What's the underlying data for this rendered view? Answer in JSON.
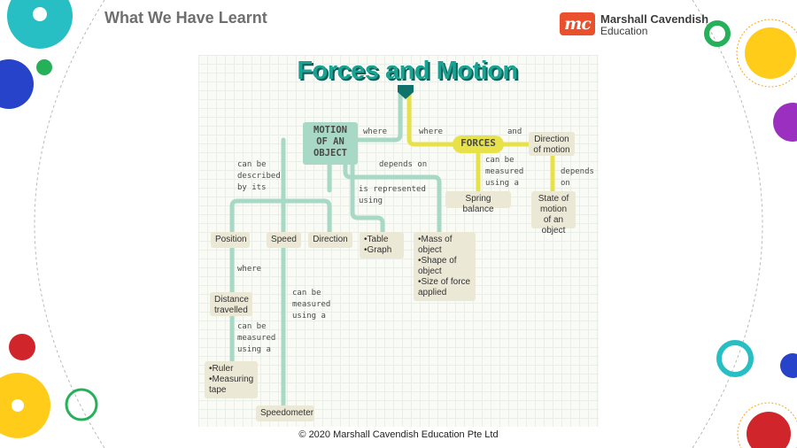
{
  "slide": {
    "title": "What We Have Learnt",
    "copyright": "© 2020 Marshall Cavendish Education Pte Ltd"
  },
  "logo": {
    "mark": "mc",
    "name": "Marshall Cavendish",
    "sub": "Education"
  },
  "map": {
    "title": "Forces and Motion",
    "nodes": {
      "motion": "MOTION OF AN OBJECT",
      "forces": "FORCES",
      "direction": "Direction of motion",
      "spring_balance": "Spring balance",
      "state_of_motion": "State of motion of an object",
      "position": "Position",
      "speed": "Speed",
      "direction2": "Direction",
      "distance": "Distance travelled",
      "speedometer": "Speedometer",
      "representation": [
        "Table",
        "Graph"
      ],
      "factors": [
        "Mass of object",
        "Shape of object",
        "Size of force applied"
      ],
      "tools": [
        "Ruler",
        "Measuring tape"
      ]
    },
    "connectors": {
      "where1": "where",
      "where2": "where",
      "and": "and",
      "can_be_described": "can be described by its",
      "depends_on": "depends on",
      "is_represented": "is represented using",
      "can_be_measured_a": "can be measured using a",
      "depends_on2": "depends on",
      "where3": "where",
      "can_be_measured_b": "can be measured using a",
      "can_be_measured_c": "can be measured using a"
    }
  },
  "colors": {
    "teal_line": "#a8d8c6",
    "yellow_line": "#e8e24a",
    "title_teal": "#1aa392",
    "brand_orange": "#e9502b"
  }
}
